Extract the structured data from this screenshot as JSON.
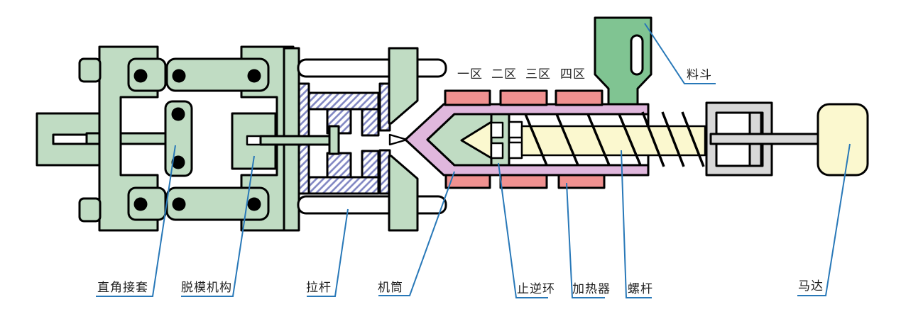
{
  "diagram": {
    "part_labels": {
      "right_angle_coupling": "直角接套",
      "ejector_mechanism": "脱模机构",
      "tie_rod": "拉杆",
      "barrel": "机筒",
      "check_ring": "止逆环",
      "heater": "加热器",
      "screw": "螺杆",
      "motor": "马达",
      "hopper": "料斗"
    },
    "zones": [
      "一区",
      "二区",
      "三区",
      "四区"
    ],
    "colors": {
      "machine_green": "#c0dcc3",
      "hopper_green": "#80c492",
      "heater_salmon": "#f09190",
      "barrel_lavender": "#e0b7dd",
      "screw_yellow": "#fbf8cf",
      "frame_gray": "#d8d8d8",
      "hatch_purple": "#7f85c2",
      "leader_blue": "#2878b8",
      "label_text": "#1f1f1f",
      "outline": "#000000",
      "background": "#ffffff"
    }
  }
}
